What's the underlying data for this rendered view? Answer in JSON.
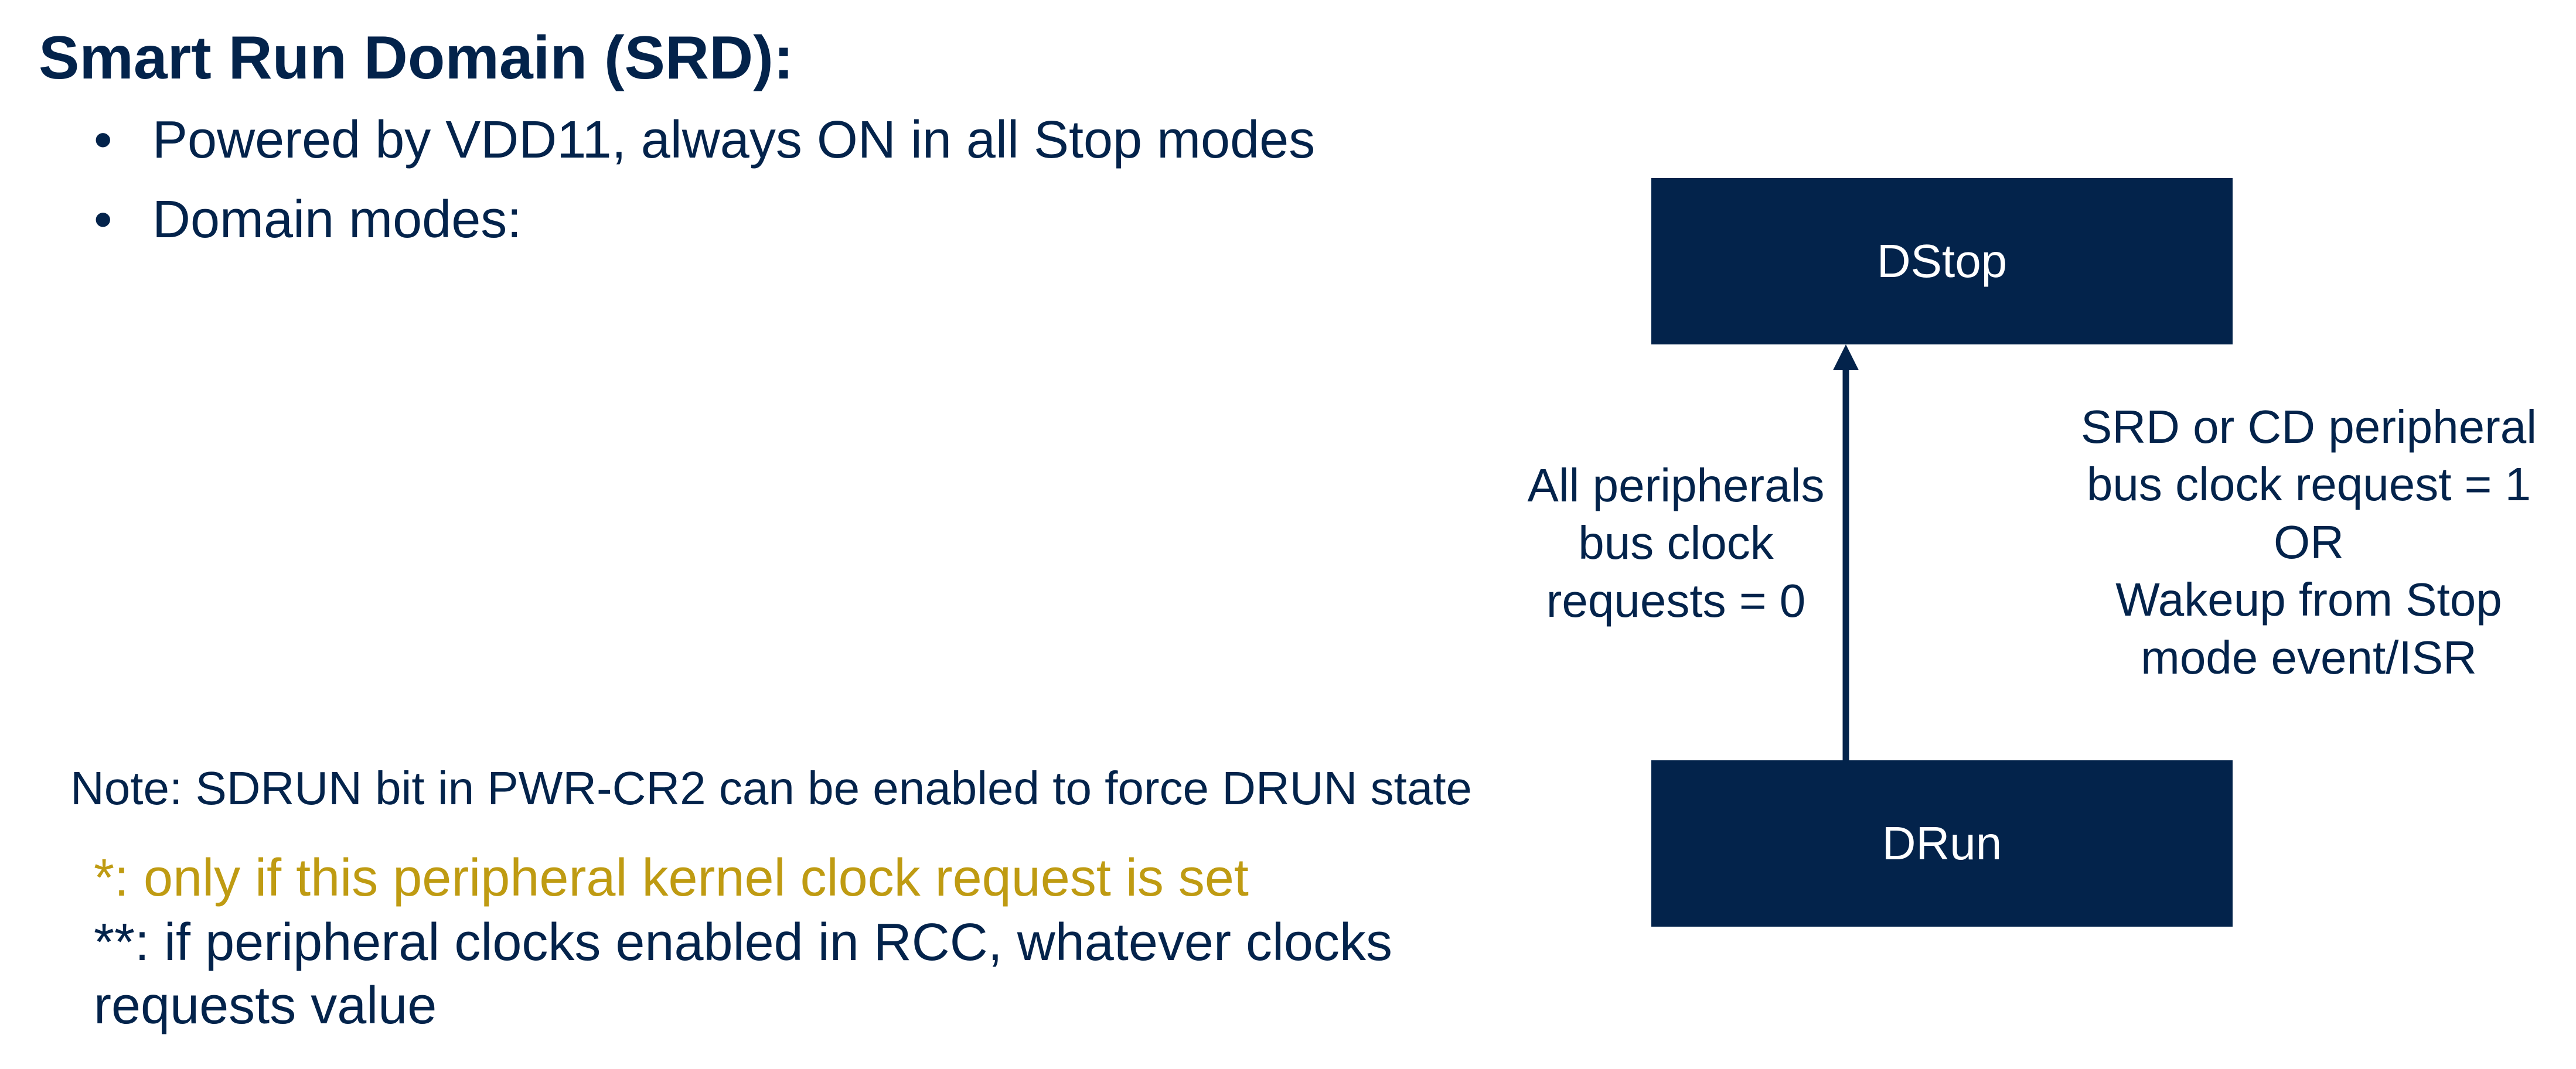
{
  "title": "Smart Run Domain (SRD):",
  "bullets": [
    {
      "marker": "•",
      "text": "Powered by VDD11, always ON in all Stop modes"
    },
    {
      "marker": "•",
      "text": "Domain modes:"
    }
  ],
  "note": "Note: SDRUN bit in PWR-CR2 can be enabled to force DRUN state",
  "footnotes": {
    "kernel": "*: only if this peripheral kernel clock request is set",
    "rcc": "**: if peripheral clocks enabled in RCC, whatever clocks requests value"
  },
  "diagram": {
    "states": {
      "dstop": "DStop",
      "drun": "DRun"
    },
    "transition_to_dstop": {
      "lines": [
        "All peripherals",
        "bus clock",
        "requests = 0"
      ]
    },
    "transition_to_drun": {
      "lines": [
        "SRD or CD peripheral",
        "bus clock request = 1",
        "OR",
        "Wakeup from Stop",
        "mode event/ISR"
      ]
    },
    "colors": {
      "box_fill": "#03234b",
      "box_text": "#ffffff",
      "text_primary": "#03234b",
      "text_highlight": "#bf9b12"
    }
  }
}
